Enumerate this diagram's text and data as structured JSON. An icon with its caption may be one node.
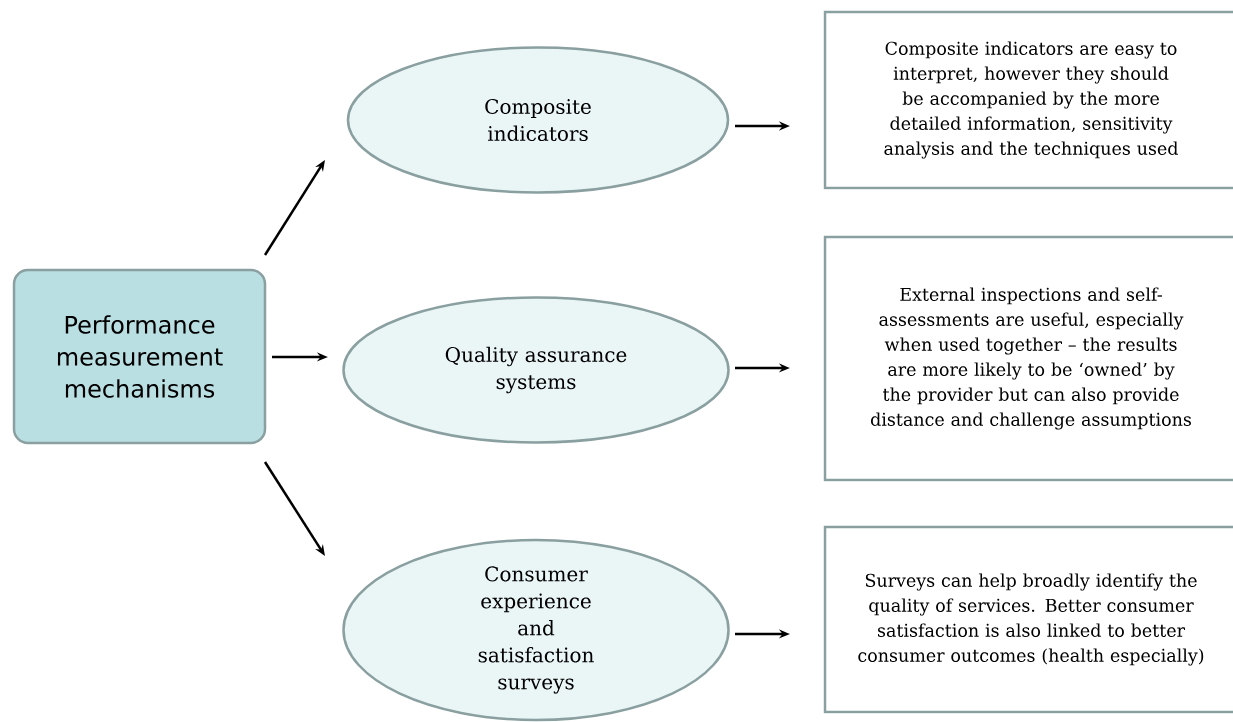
{
  "diagram": {
    "nodes": [
      {
        "text": [
          "Performance measurement mechanisms"
        ]
      },
      {
        "text": [
          "Composite indicators"
        ]
      },
      {
        "text": [
          "Quality assurance systems"
        ]
      },
      {
        "text": [
          "Consumer experience and satisfaction surveys"
        ]
      },
      {
        "text": [
          "Composite indicators are easy to interpret, however they should be accompanied by the more detailed information, sensitivity analysis and the techniques used"
        ]
      },
      {
        "text": [
          "External inspections and self-assessments are useful, especially when used together – the results are more likely to be ‘owned’ by the provider but can also provide distance and challenge assumptions"
        ]
      },
      {
        "text": [
          "Surveys can help broadly identify the quality of services. Better consumer satisfaction is also linked to better consumer outcomes (health especially)"
        ]
      }
    ],
    "edges": [
      {
        "from": 0,
        "to": 1,
        "arrow": "to"
      },
      {
        "from": 0,
        "to": 2,
        "arrow": "to"
      },
      {
        "from": 0,
        "to": 3,
        "arrow": "to"
      },
      {
        "from": 1,
        "to": 4,
        "arrow": "to"
      },
      {
        "from": 2,
        "to": 5,
        "arrow": "to"
      },
      {
        "from": 3,
        "to": 6,
        "arrow": "to"
      }
    ]
  }
}
